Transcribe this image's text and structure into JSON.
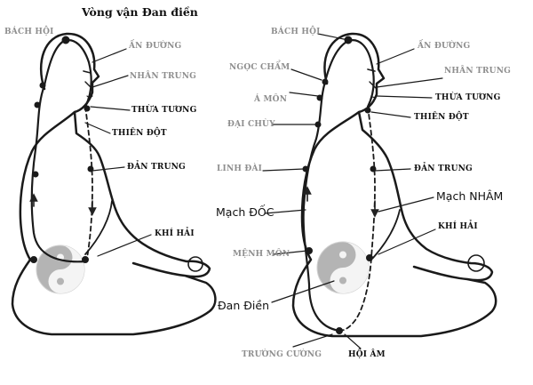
{
  "title": "Vòng vận Đan điền",
  "colors": {
    "ink": "#111111",
    "label_grey": "#8e8e8e",
    "yin_yang": "#b0b0b0"
  },
  "left_figure": {
    "labels": {
      "bach_hoi": "BÁCH HỘI",
      "an_duong": "ẤN ĐƯỜNG",
      "nhan_trung": "NHÂN TRUNG",
      "thua_tuong": "THỪA TƯƠNG",
      "thien_dot": "THIÊN ĐỘT",
      "dan_trung": "ĐẢN TRUNG",
      "khi_hai": "KHÍ HẢI"
    }
  },
  "right_figure": {
    "labels": {
      "bach_hoi": "BÁCH HỘI",
      "an_duong": "ẤN ĐƯỜNG",
      "ngoc_cham": "NGỌC CHẨM",
      "nhan_trung": "NHÂN TRUNG",
      "a_mon": "Á MÔN",
      "thua_tuong": "THỪA TƯƠNG",
      "dai_chuy": "ĐẠI CHÙY",
      "thien_dot": "THIÊN ĐỘT",
      "linh_dai": "LINH ĐÀI",
      "dan_trung": "ĐẢN TRUNG",
      "mach_nham": "Mạch NHÂM",
      "mach_doc": "Mạch ĐỐC",
      "khi_hai": "KHÍ HẢI",
      "menh_mon": "MỆNH MÔN",
      "dan_dien": "Đan Điền",
      "truong_cuong": "TRƯỜNG CƯỜNG",
      "hoi_am": "HỘI ÂM"
    }
  }
}
